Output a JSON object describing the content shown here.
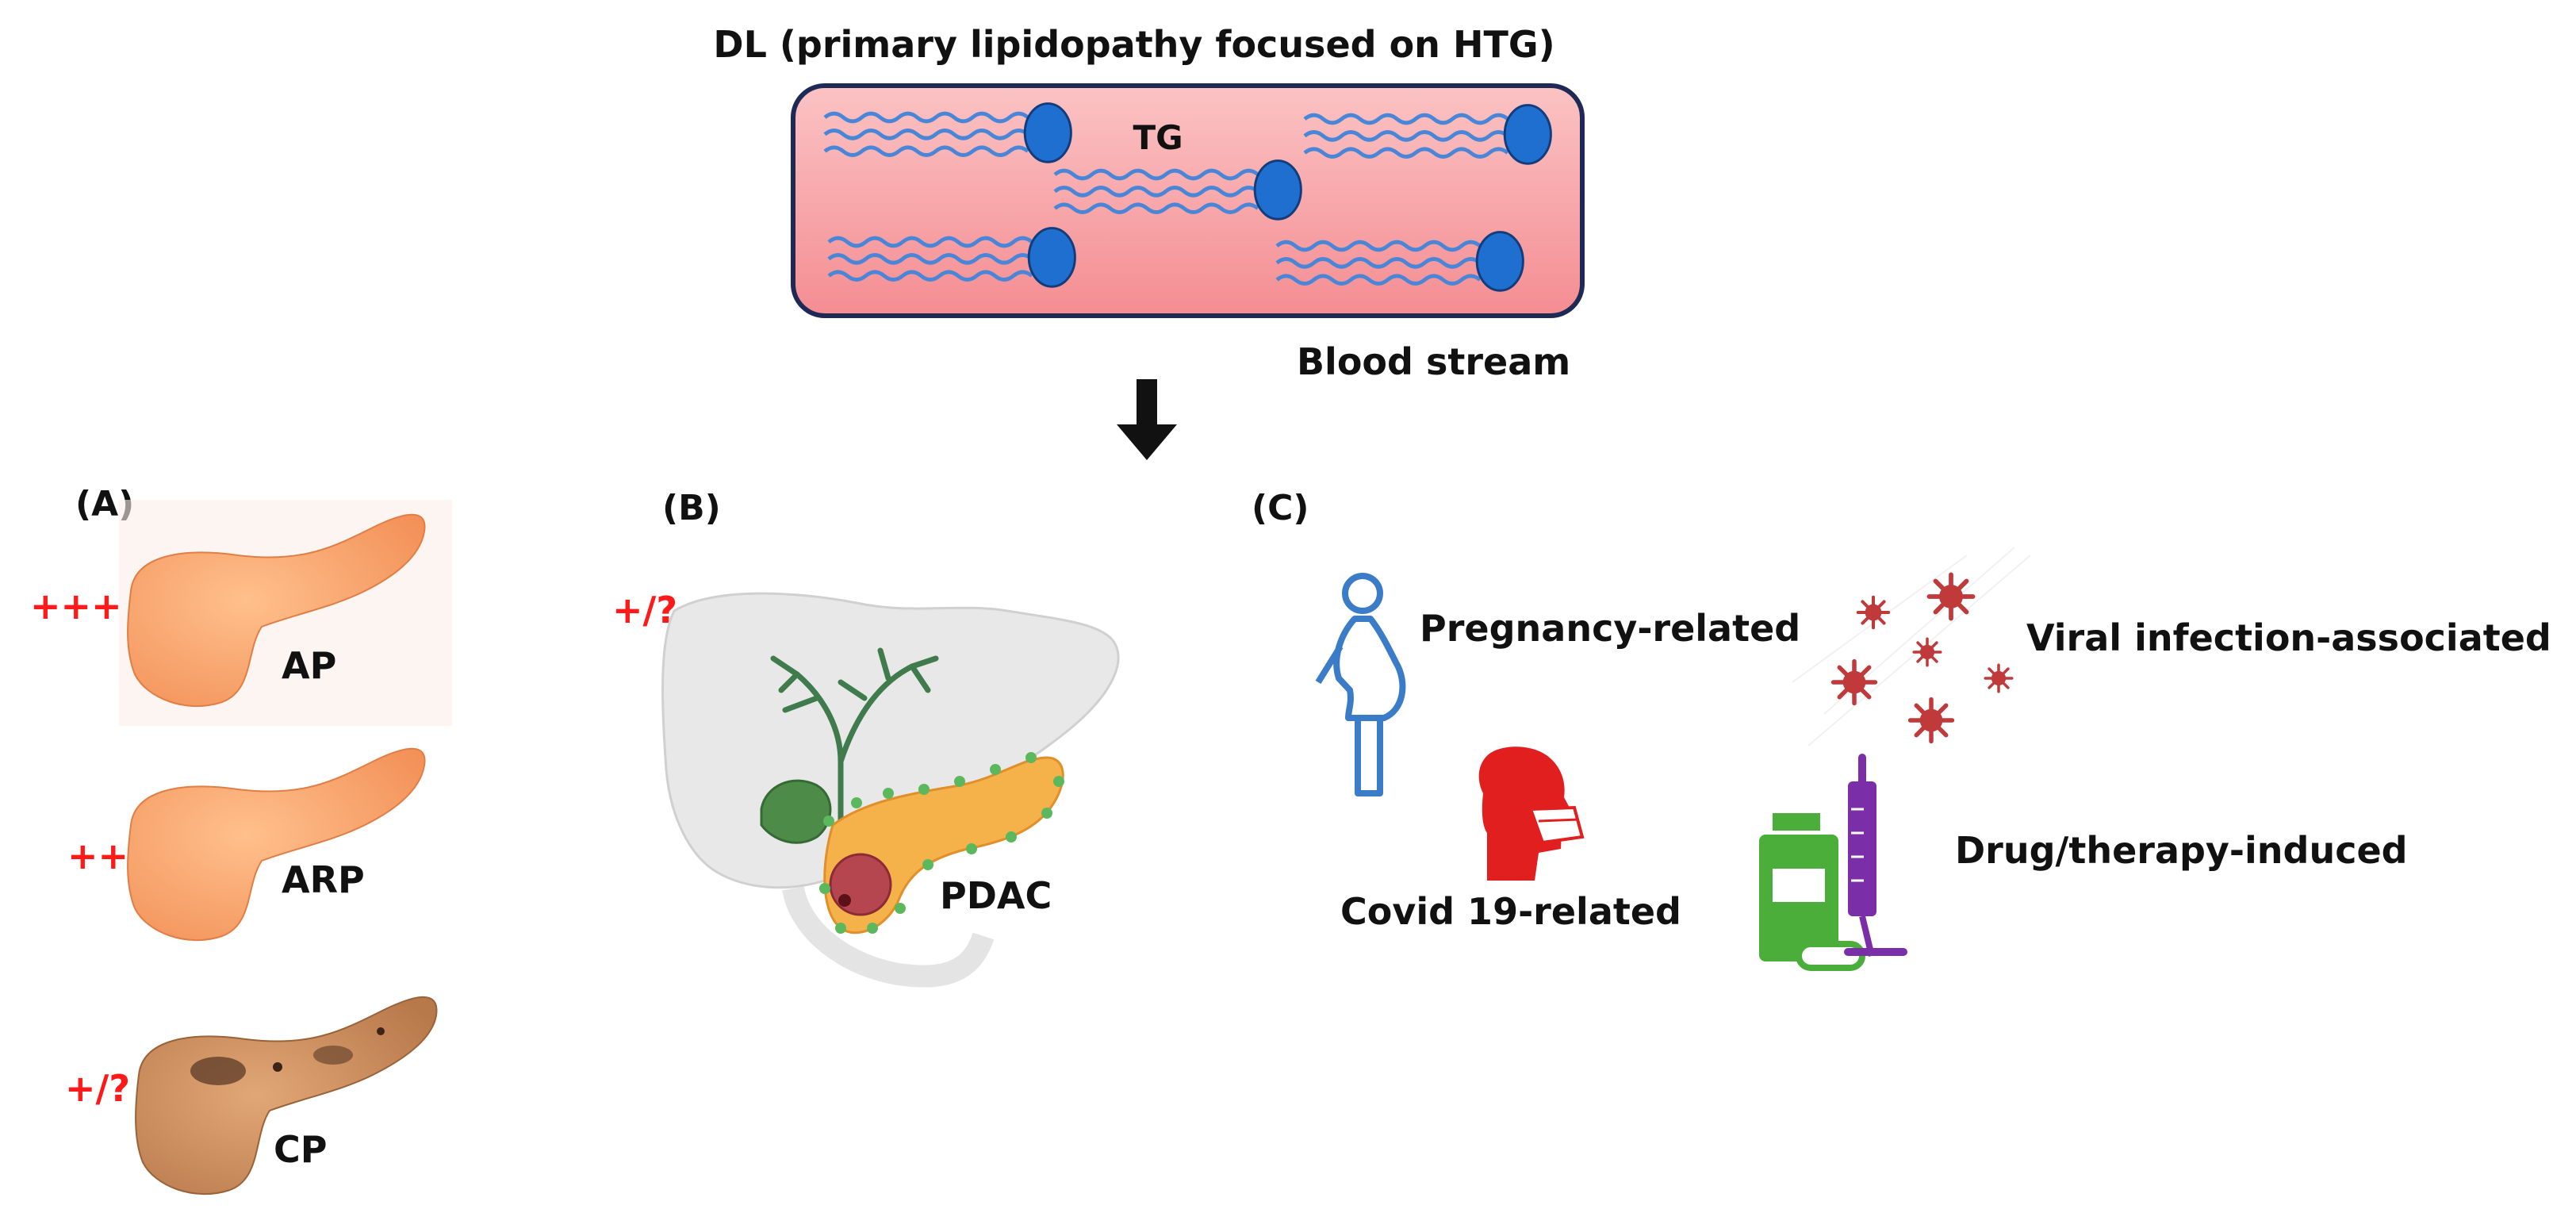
{
  "title": "DL (primary lipidopathy focused on HTG)",
  "vessel": {
    "tg_label": "TG",
    "blood_label": "Blood stream"
  },
  "panel_a": {
    "label": "(A)",
    "items": [
      {
        "name": "AP",
        "risk": "+++"
      },
      {
        "name": "ARP",
        "risk": "++"
      },
      {
        "name": "CP",
        "risk": "+/?"
      }
    ]
  },
  "panel_b": {
    "label": "(B)",
    "risk": "+/?",
    "name": "PDAC"
  },
  "panel_c": {
    "label": "(C)",
    "items": {
      "pregnancy": "Pregnancy-related",
      "viral": "Viral infection-associated",
      "covid": "Covid 19-related",
      "drug": "Drug/therapy-induced"
    }
  },
  "colors": {
    "vessel_fill": "#f7a9ab",
    "vessel_border": "#1e2a55",
    "lipid_head": "#1f6fd0",
    "lipid_tail": "#4a86d8",
    "risk_text": "#ff1a1a",
    "pancreas": "#f8a56b",
    "cp_pancreas": "#c98a5a",
    "virus": "#c0393b",
    "pregnancy_icon": "#3a7cc8",
    "covid_icon": "#e21f1f",
    "bottle": "#4cae3a",
    "syringe": "#7a2fa8"
  }
}
